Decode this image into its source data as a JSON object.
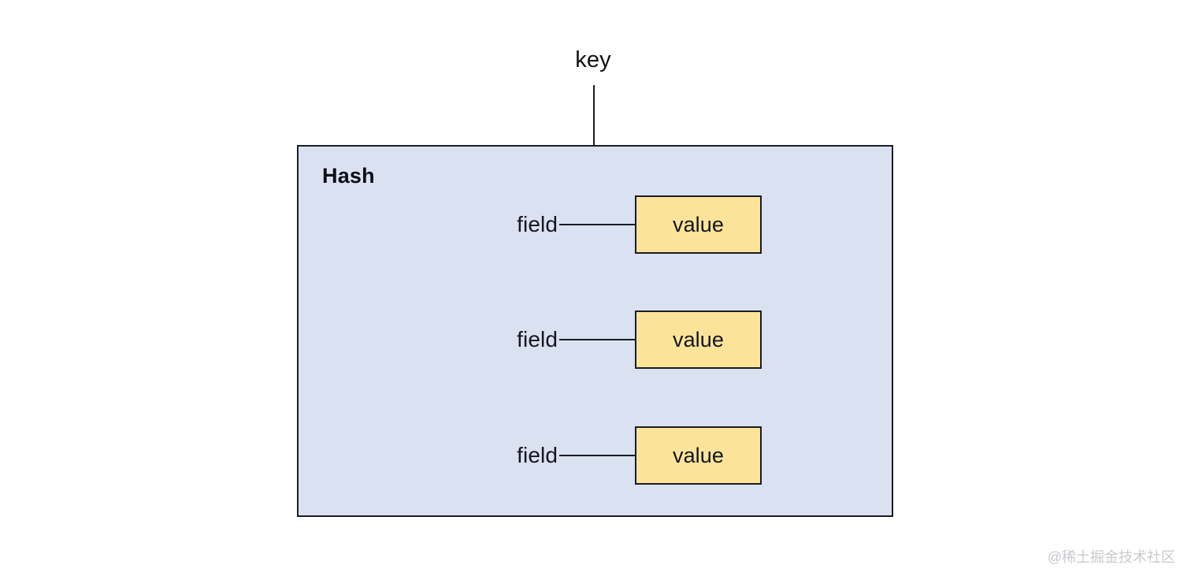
{
  "diagram": {
    "key_label": "key",
    "container": {
      "title": "Hash",
      "fill_color": "#dae2f2",
      "border_color": "#1b1b24"
    },
    "entries": [
      {
        "field_label": "field",
        "value_label": "value"
      },
      {
        "field_label": "field",
        "value_label": "value"
      },
      {
        "field_label": "field",
        "value_label": "value"
      }
    ],
    "value_box": {
      "fill_color": "#fbe49a",
      "border_color": "#1b1b24"
    },
    "connector_color": "#1b1b24"
  },
  "watermark": {
    "text": "@稀土掘金技术社区",
    "color": "#c9cace"
  }
}
